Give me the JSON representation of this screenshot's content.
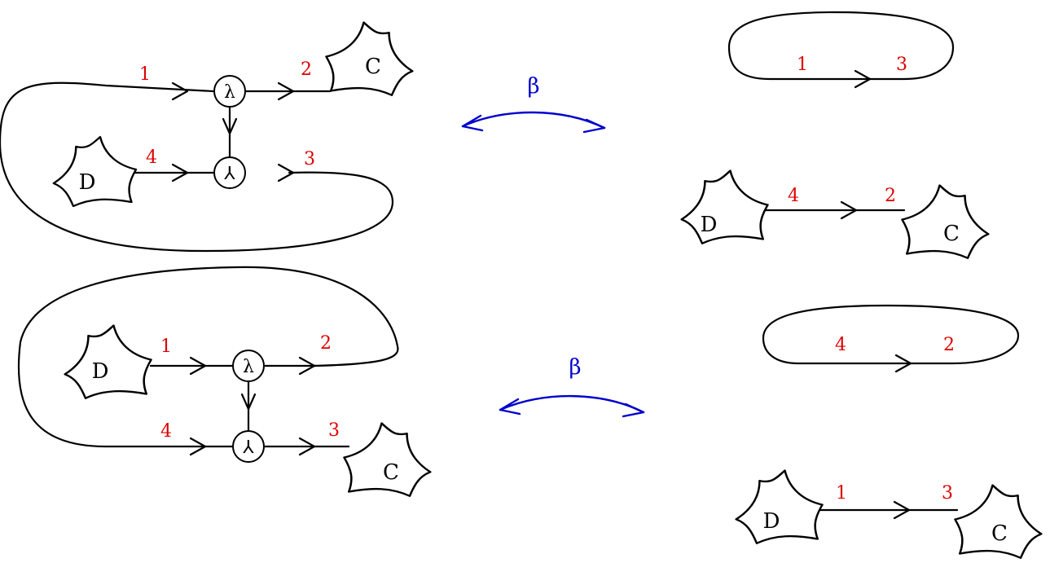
{
  "colors": {
    "port_label": "#dd0000",
    "beta": "#0000cc",
    "ink": "#000000"
  },
  "labels": {
    "C": "C",
    "D": "D",
    "lambda": "λ",
    "apply": "⅄",
    "beta": "β"
  },
  "diagrams": {
    "top_left": {
      "ports": [
        "1",
        "2",
        "4",
        "3"
      ]
    },
    "top_right": {
      "ports": [
        "1",
        "3",
        "4",
        "2"
      ]
    },
    "bottom_left": {
      "ports": [
        "1",
        "2",
        "4",
        "3"
      ]
    },
    "bottom_right": {
      "ports": [
        "4",
        "2",
        "1",
        "3"
      ]
    }
  }
}
